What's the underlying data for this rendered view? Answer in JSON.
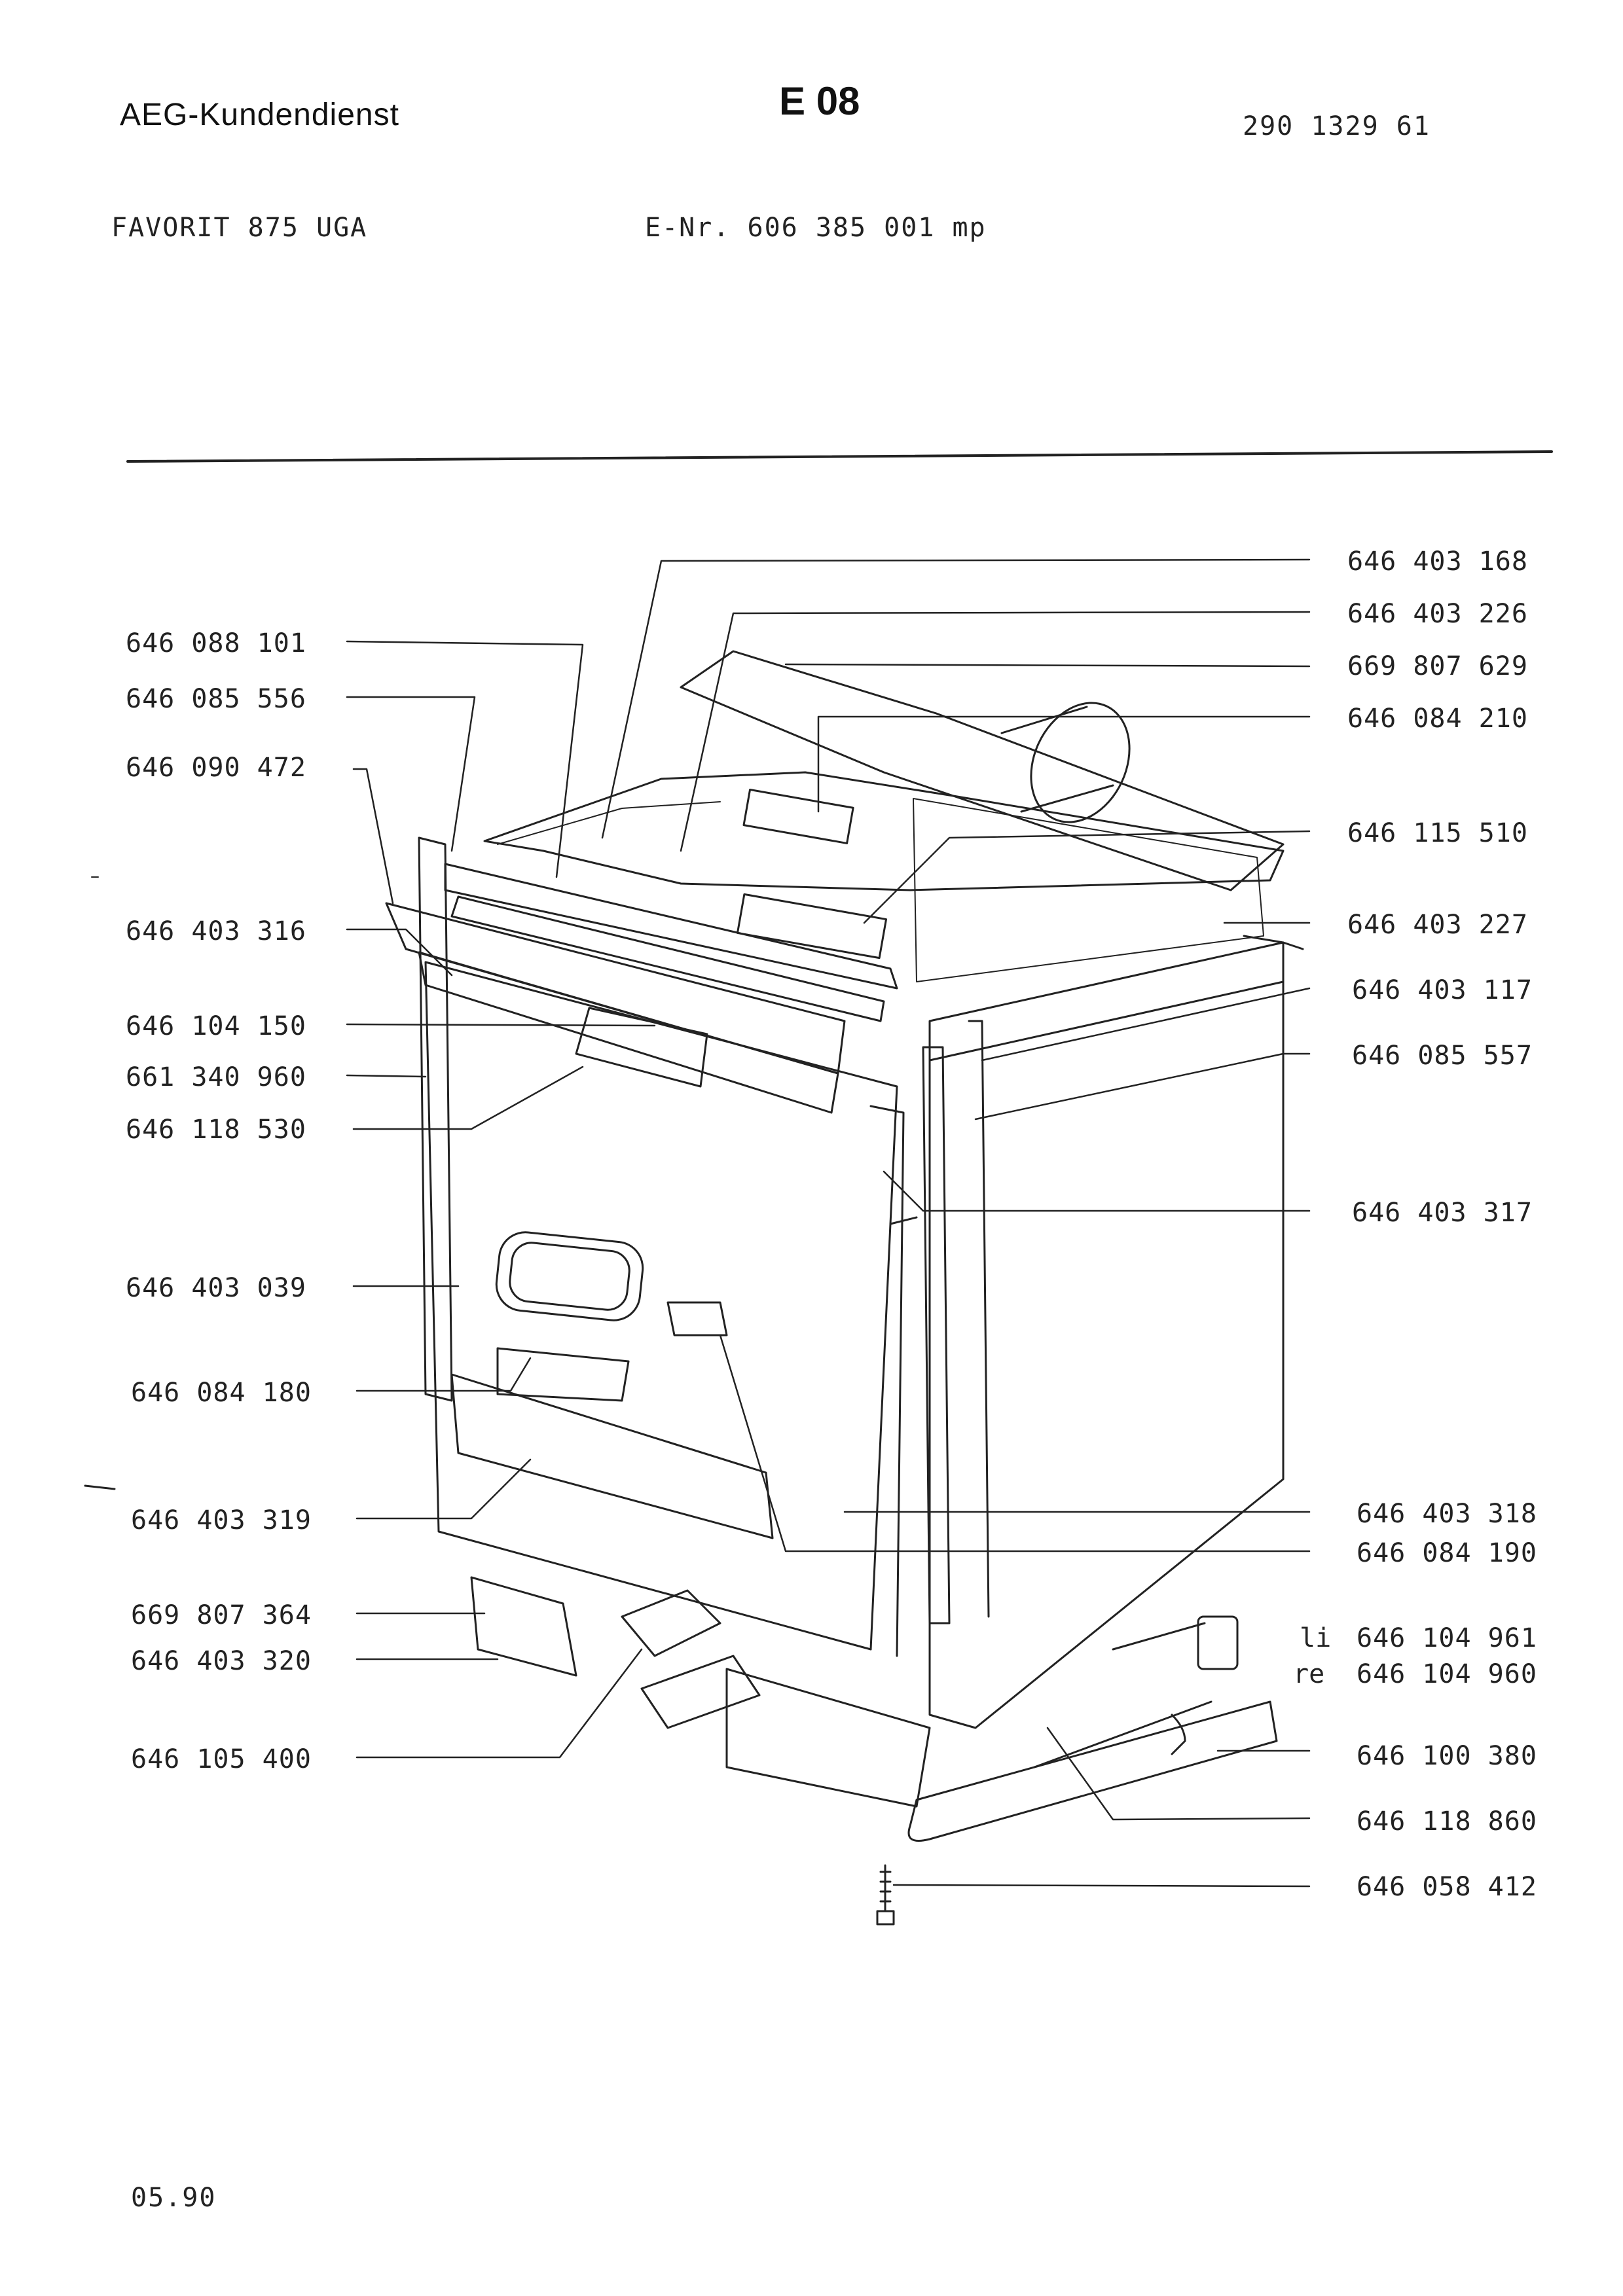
{
  "header": {
    "brand": "AEG-Kundendienst",
    "sheet": "E 08",
    "doc_number": "290 1329 61",
    "model": "FAVORIT  875  UGA",
    "enr": "E-Nr.  606 385 001  mp"
  },
  "footer": {
    "date": "05.90"
  },
  "parts_left": [
    "646 088 101",
    "646 085 556",
    "646 090 472",
    "646 403 316",
    "646 104 150",
    "661 340 960",
    "646 118 530",
    "646 403 039",
    "646 084 180",
    "646 403 319",
    "669 807 364",
    "646 403 320",
    "646 105 400"
  ],
  "parts_right": [
    "646 403 168",
    "646 403 226",
    "669 807 629",
    "646 084 210",
    "646 115 510",
    "646 403 227",
    "646 403 117",
    "646 085 557",
    "646 403 317",
    "646 403 318",
    "646 084 190",
    "646 104 961",
    "646 104 960",
    "646 100 380",
    "646 118 860",
    "646 058 412"
  ],
  "side_marks": {
    "left": "li",
    "right": "re"
  }
}
